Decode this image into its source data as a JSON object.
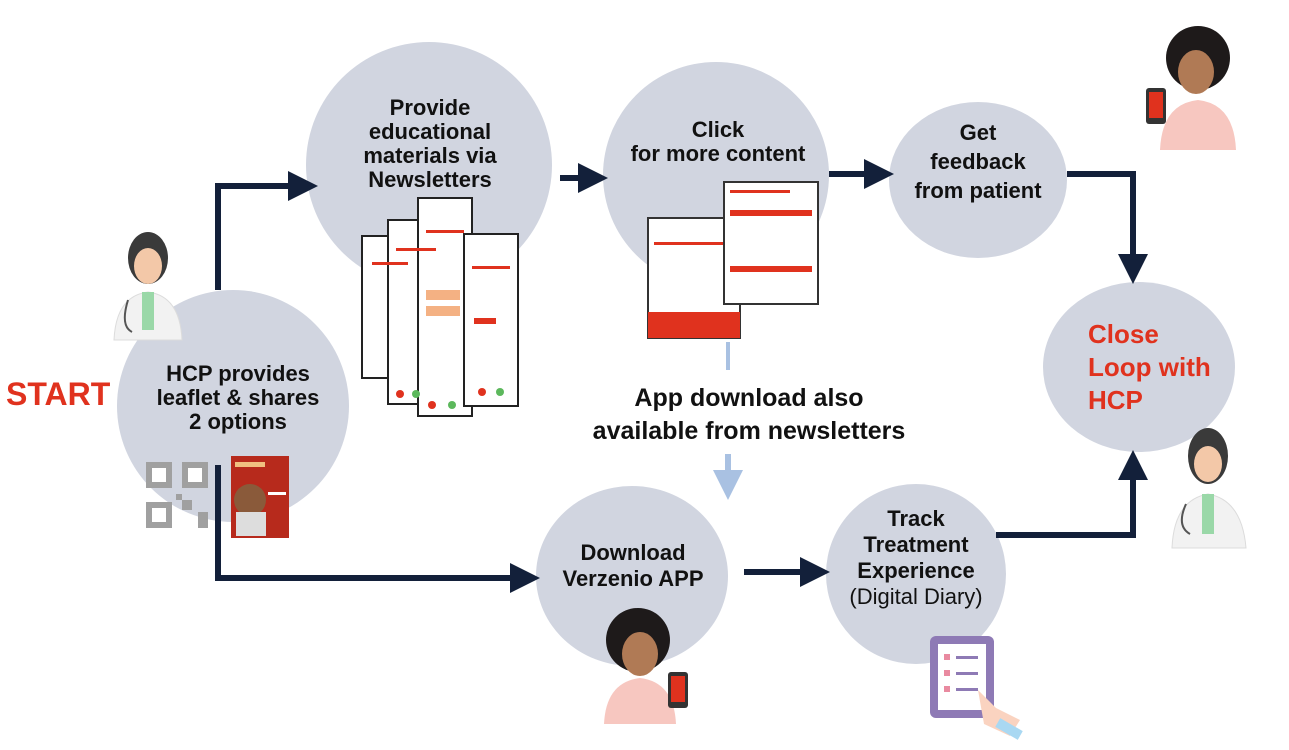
{
  "start_label": "START",
  "nodes": {
    "hcp": {
      "line1": "HCP provides",
      "line2": "leaflet & shares",
      "line3": "2 options"
    },
    "newsletters": {
      "line1": "Provide",
      "line2": "educational",
      "line3": "materials via",
      "line4": "Newsletters"
    },
    "click": {
      "line1": "Click",
      "line2": "for more content"
    },
    "feedback": {
      "line1": "Get",
      "line2": "feedback",
      "line3": "from patient"
    },
    "close": {
      "line1": "Close",
      "line2": "Loop with",
      "line3": "HCP"
    },
    "download": {
      "line1": "Download",
      "line2": "Verzenio APP"
    },
    "track": {
      "line1": "Track",
      "line2": "Treatment",
      "line3": "Experience",
      "line4": "(Digital Diary)"
    }
  },
  "note": {
    "line1": "App download also",
    "line2": "available from newsletters"
  },
  "colors": {
    "circle": "#d1d5e0",
    "arrow": "#13203a",
    "accent": "#e0321e",
    "note_arrow": "#a9c1e2"
  },
  "icons": [
    "doctor-icon",
    "patient-with-phone-icon",
    "qr-code-icon",
    "leaflet-icon",
    "newsletter-icon",
    "checklist-tablet-icon"
  ]
}
